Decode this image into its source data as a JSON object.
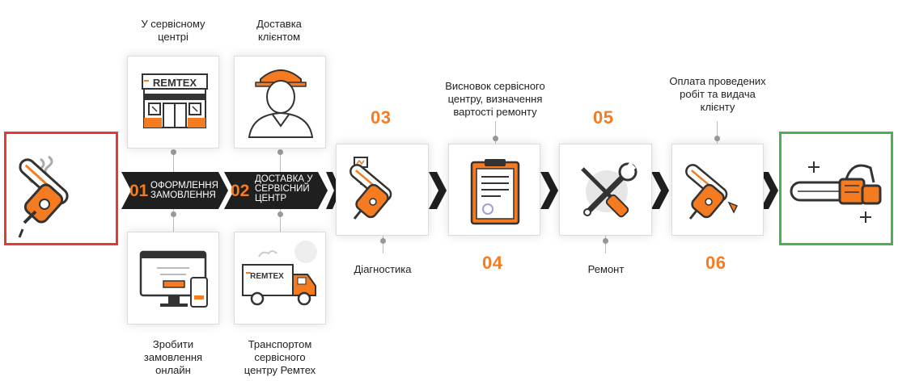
{
  "top_captions": {
    "service_center": "У сервісному\nцентрі",
    "delivery_client": "Доставка\nклієнтом",
    "conclusion": "Висновок сервісного\nцентру, визначення\nвартості ремонту",
    "payment": "Оплата проведених\nробіт та видача\nклієнту"
  },
  "bottom_captions": {
    "order_online": "Зробити\nзамовлення\nонлайн",
    "transport": "Транспортом\nсервісного\nцентру Ремтех",
    "diagnostics": "Діагностика",
    "repair": "Ремонт"
  },
  "steps": [
    {
      "num": "01",
      "label": "ОФОРМЛЕННЯ\nЗАМОВЛЕННЯ"
    },
    {
      "num": "02",
      "label": "ДОСТАВКА У\nСЕРВІСНИЙ\nЦЕНТР"
    }
  ],
  "numbers": {
    "n03": "03",
    "n04": "04",
    "n05": "05",
    "n06": "06"
  },
  "brand": {
    "logo_text": "REMTEX",
    "logo_text_truck": "REMTEX"
  },
  "colors": {
    "accent": "#f47b20",
    "dark": "#333333",
    "broken_border": "#e53935",
    "fixed_border": "#4caf50",
    "strip": "#1f1f1f"
  }
}
